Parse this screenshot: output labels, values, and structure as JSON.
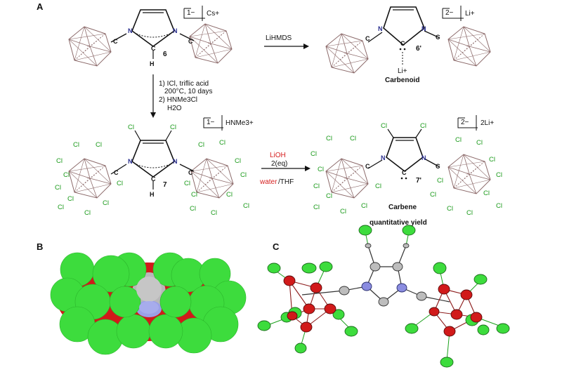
{
  "panels": {
    "a": "A",
    "b": "B",
    "c": "C"
  },
  "compounds": {
    "c6": "6",
    "c6p": "6'",
    "c7": "7",
    "c7p": "7'"
  },
  "atoms": {
    "N": "N",
    "C": "C",
    "H": "H",
    "Cl": "Cl",
    "Li": "Li+"
  },
  "charges": {
    "c6": "1−",
    "c6_counter": "Cs+",
    "c6p": "2−",
    "c6p_counter": "Li+",
    "c7": "1−",
    "c7_counter": "HNMe3+",
    "c7p": "2−",
    "c7p_counter": "2Li+"
  },
  "reactions": {
    "lihmds": "LiHMDS",
    "step1_line1": "1) ICl, triflic acid",
    "step1_line2": "200°C, 10 days",
    "step2_line1": "2)  HNMe3Cl",
    "step2_line2": "H2O",
    "lioh": "LiOH",
    "eq": "2(eq)",
    "water": "water",
    "thf": "/THF"
  },
  "labels": {
    "carbenoid": "Carbenoid",
    "carbene": "Carbene",
    "yield": "quantitative yield"
  },
  "colors": {
    "chlorine": "#3ddc3d",
    "boron": "#d11a1a",
    "nitrogen": "#8a8ce0",
    "carbon": "#a9a9a9",
    "cage": "#8c6a6a"
  }
}
